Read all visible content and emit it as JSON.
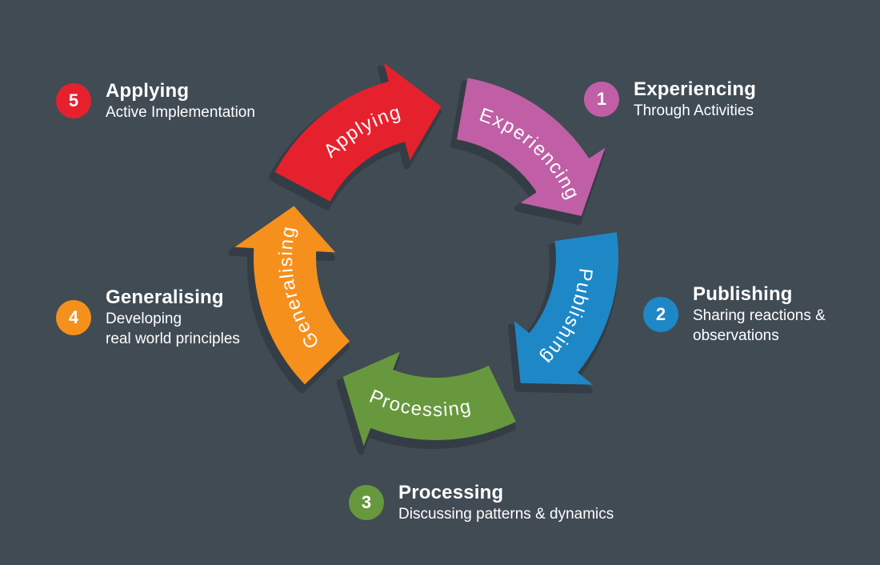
{
  "colors": {
    "background": "#404b54",
    "shadow": "#343d45",
    "text": "#ffffff"
  },
  "stages": [
    {
      "number": "1",
      "name": "Experiencing",
      "description": "Through Activities",
      "color": "#c05fa6"
    },
    {
      "number": "2",
      "name": "Publishing",
      "description": "Sharing reactions &\nobservations",
      "color": "#1e88c7"
    },
    {
      "number": "3",
      "name": "Processing",
      "description": "Discussing patterns & dynamics",
      "color": "#68983d"
    },
    {
      "number": "4",
      "name": "Generalising",
      "description": "Developing\nreal world principles",
      "color": "#f5901d"
    },
    {
      "number": "5",
      "name": "Applying",
      "description": "Active Implementation",
      "color": "#e6212e"
    }
  ]
}
